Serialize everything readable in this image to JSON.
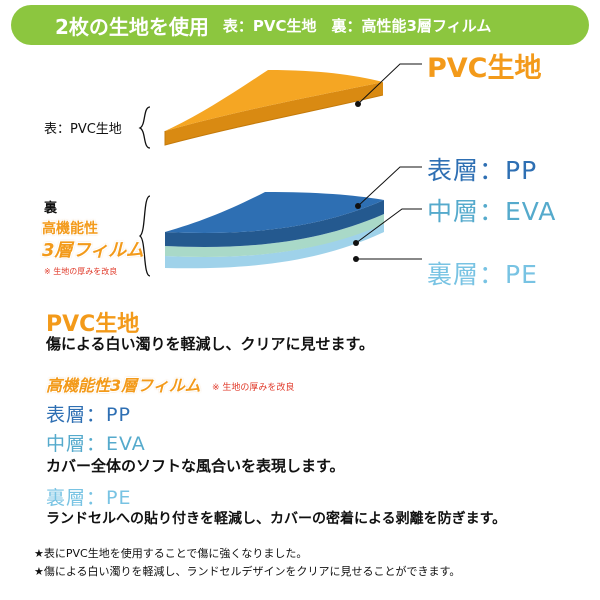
{
  "banner": {
    "main": "2枚の生地を使用",
    "sub": "表：PVC生地　裏：高性能3層フィルム"
  },
  "diagram": {
    "front_label": "表：PVC生地",
    "back_label": "裏",
    "back_title_line1": "高機能性",
    "back_title_line2": "3層フィルム",
    "back_note": "※ 生地の厚みを改良",
    "callout_pvc": "PVC生地",
    "callout_pp": "表層：PP",
    "callout_eva": "中層：EVA",
    "callout_pe": "裏層：PE",
    "colors": {
      "pvc": "#f5a623",
      "pp": "#2e6fb3",
      "eva": "#a9d9c8",
      "pe": "#9fd2ea"
    }
  },
  "details": {
    "pvc_heading": "PVC生地",
    "pvc_desc": "傷による白い濁りを軽減し、クリアに見せます。",
    "film_heading": "高機能性3層フィルム",
    "film_note": "※ 生地の厚みを改良",
    "pp_heading": "表層：PP",
    "eva_heading": "中層：EVA",
    "ppeva_desc": "カバー全体のソフトな風合いを表現します。",
    "pe_heading": "裏層：PE",
    "pe_desc": "ランドセルへの貼り付きを軽減し、カバーの密着による剥離を防ぎます。"
  },
  "notes": [
    "★表にPVC生地を使用することで傷に強くなりました。",
    "★傷による白い濁りを軽減し、ランドセルデザインをクリアに見せることができます。"
  ]
}
